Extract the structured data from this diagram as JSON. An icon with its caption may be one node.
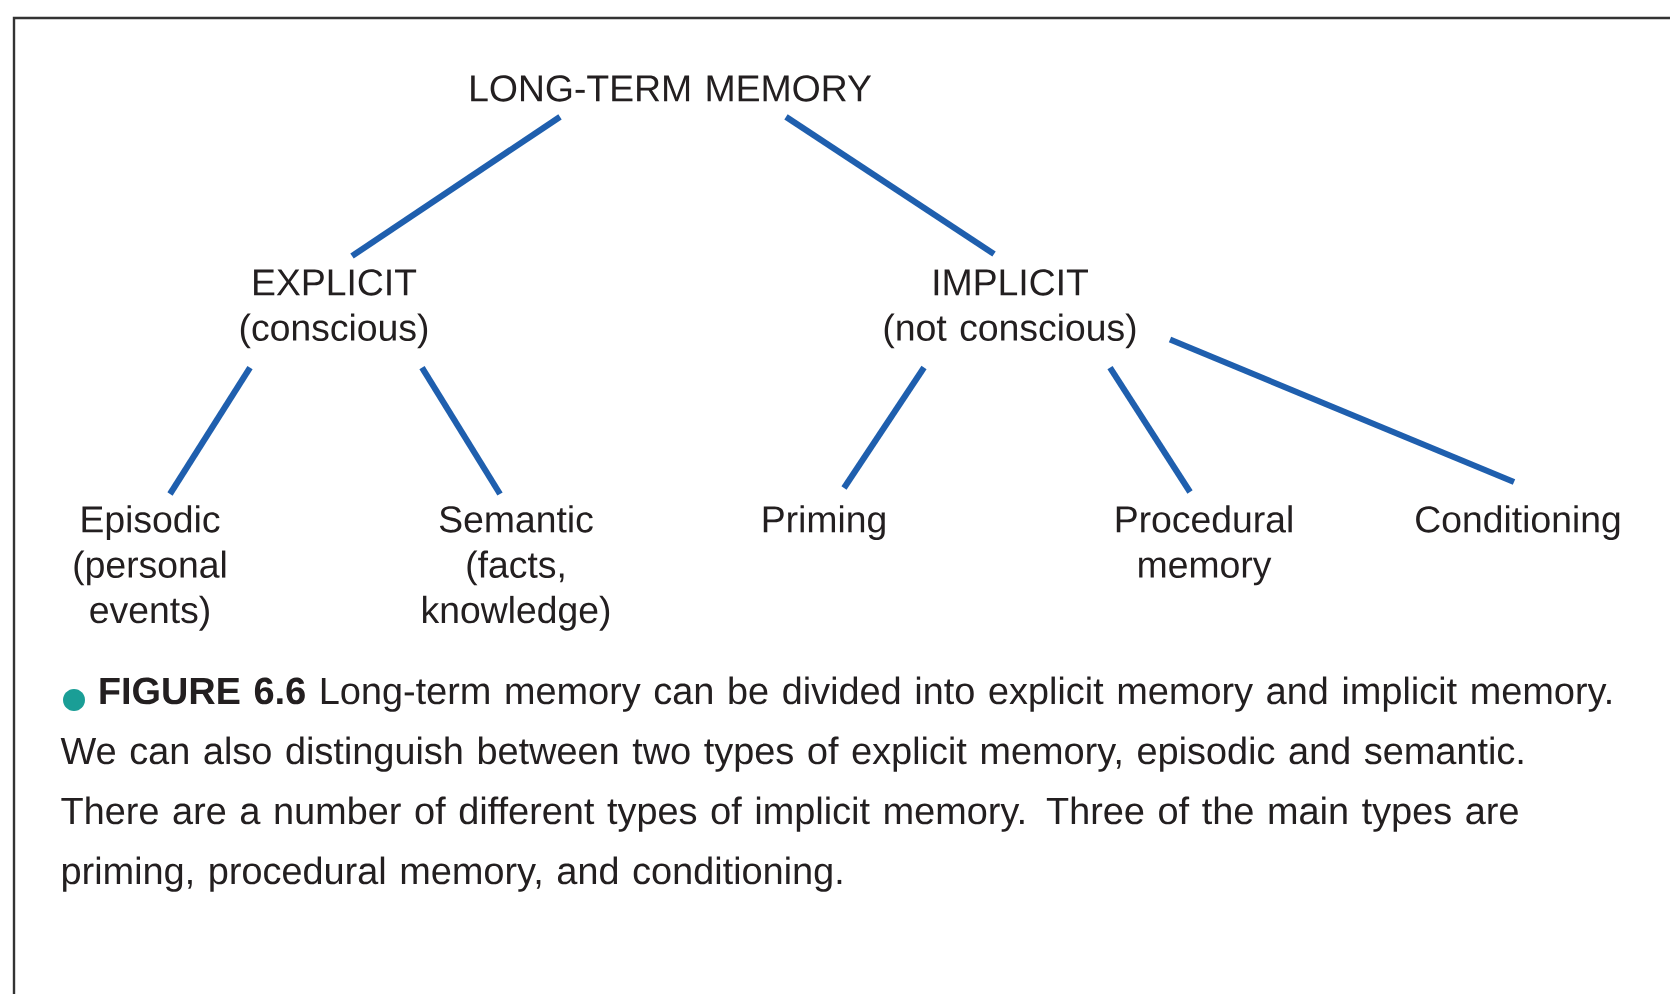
{
  "diagram": {
    "caption": "**FIGURE 6.6** Long-term memory can be divided into explicit memory and implicit memory. We can also distinguish between two types of explicit memory, episodic and semantic. There are a number of different types of implicit memory. Three of the main types are priming, procedural memory, and conditioning.",
    "nodes": [
      {
        "text": [
          "LONG-TERM MEMORY"
        ]
      },
      {
        "text": [
          "EXPLICIT",
          "(conscious)"
        ]
      },
      {
        "text": [
          "IMPLICIT",
          "(not conscious)"
        ]
      },
      {
        "text": [
          "Episodic",
          "(personal events)"
        ]
      },
      {
        "text": [
          "Semantic",
          "(facts, knowledge)"
        ]
      },
      {
        "text": [
          "Priming"
        ]
      },
      {
        "text": [
          "Procedural memory"
        ]
      },
      {
        "text": [
          "Conditioning"
        ]
      }
    ],
    "edges": [
      {
        "from": 0,
        "to": 1,
        "arrow": "none"
      },
      {
        "from": 0,
        "to": 2,
        "arrow": "none"
      },
      {
        "from": 1,
        "to": 3,
        "arrow": "none"
      },
      {
        "from": 1,
        "to": 4,
        "arrow": "none"
      },
      {
        "from": 2,
        "to": 5,
        "arrow": "none"
      },
      {
        "from": 2,
        "to": 6,
        "arrow": "none"
      },
      {
        "from": 2,
        "to": 7,
        "arrow": "none"
      }
    ]
  }
}
